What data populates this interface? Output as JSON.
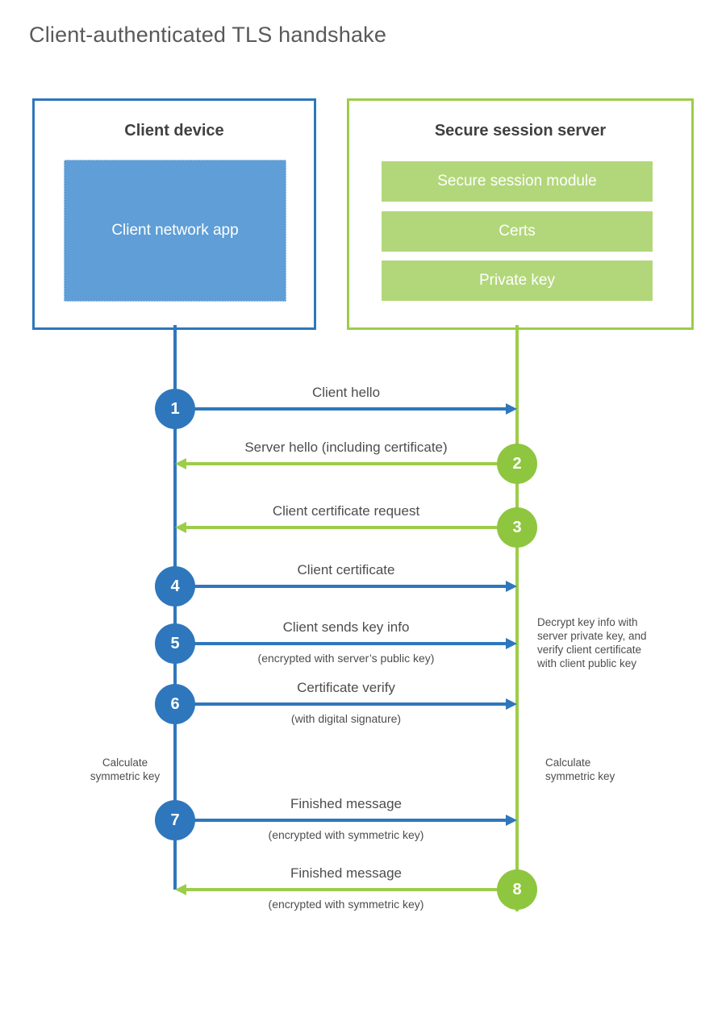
{
  "title": "Client-authenticated TLS handshake",
  "colors": {
    "blue": "#2e77bd",
    "blue_fill": "#5f9ed6",
    "green": "#9dcc49",
    "green_circle": "#8ec63f",
    "green_fill": "#b2d77a",
    "text": "#4d4d4d",
    "heading": "#414042",
    "title_gray": "#58595b"
  },
  "client": {
    "title": "Client device",
    "app_label": "Client network app"
  },
  "server": {
    "title": "Secure session server",
    "modules": [
      "Secure session module",
      "Certs",
      "Private key"
    ]
  },
  "messages": [
    {
      "number": "1",
      "label": "Client hello",
      "direction": "right"
    },
    {
      "number": "2",
      "label": "Server hello (including certificate)",
      "direction": "left"
    },
    {
      "number": "3",
      "label": "Client certificate request",
      "direction": "left"
    },
    {
      "number": "4",
      "label": "Client certificate",
      "direction": "right"
    },
    {
      "number": "5",
      "label": "Client sends key info",
      "sub": "(encrypted with server’s public key)",
      "direction": "right"
    },
    {
      "number": "6",
      "label": "Certificate verify",
      "sub": "(with digital signature)",
      "direction": "right"
    },
    {
      "number": "7",
      "label": "Finished message",
      "sub": "(encrypted with symmetric key)",
      "direction": "right"
    },
    {
      "number": "8",
      "label": "Finished message",
      "sub": "(encrypted with symmetric key)",
      "direction": "left"
    }
  ],
  "notes": {
    "decrypt": "Decrypt key info with\nserver private key, and\nverify client certificate\nwith client public key",
    "calc_left": "Calculate\nsymmetric key",
    "calc_right": "Calculate\nsymmetric key"
  }
}
